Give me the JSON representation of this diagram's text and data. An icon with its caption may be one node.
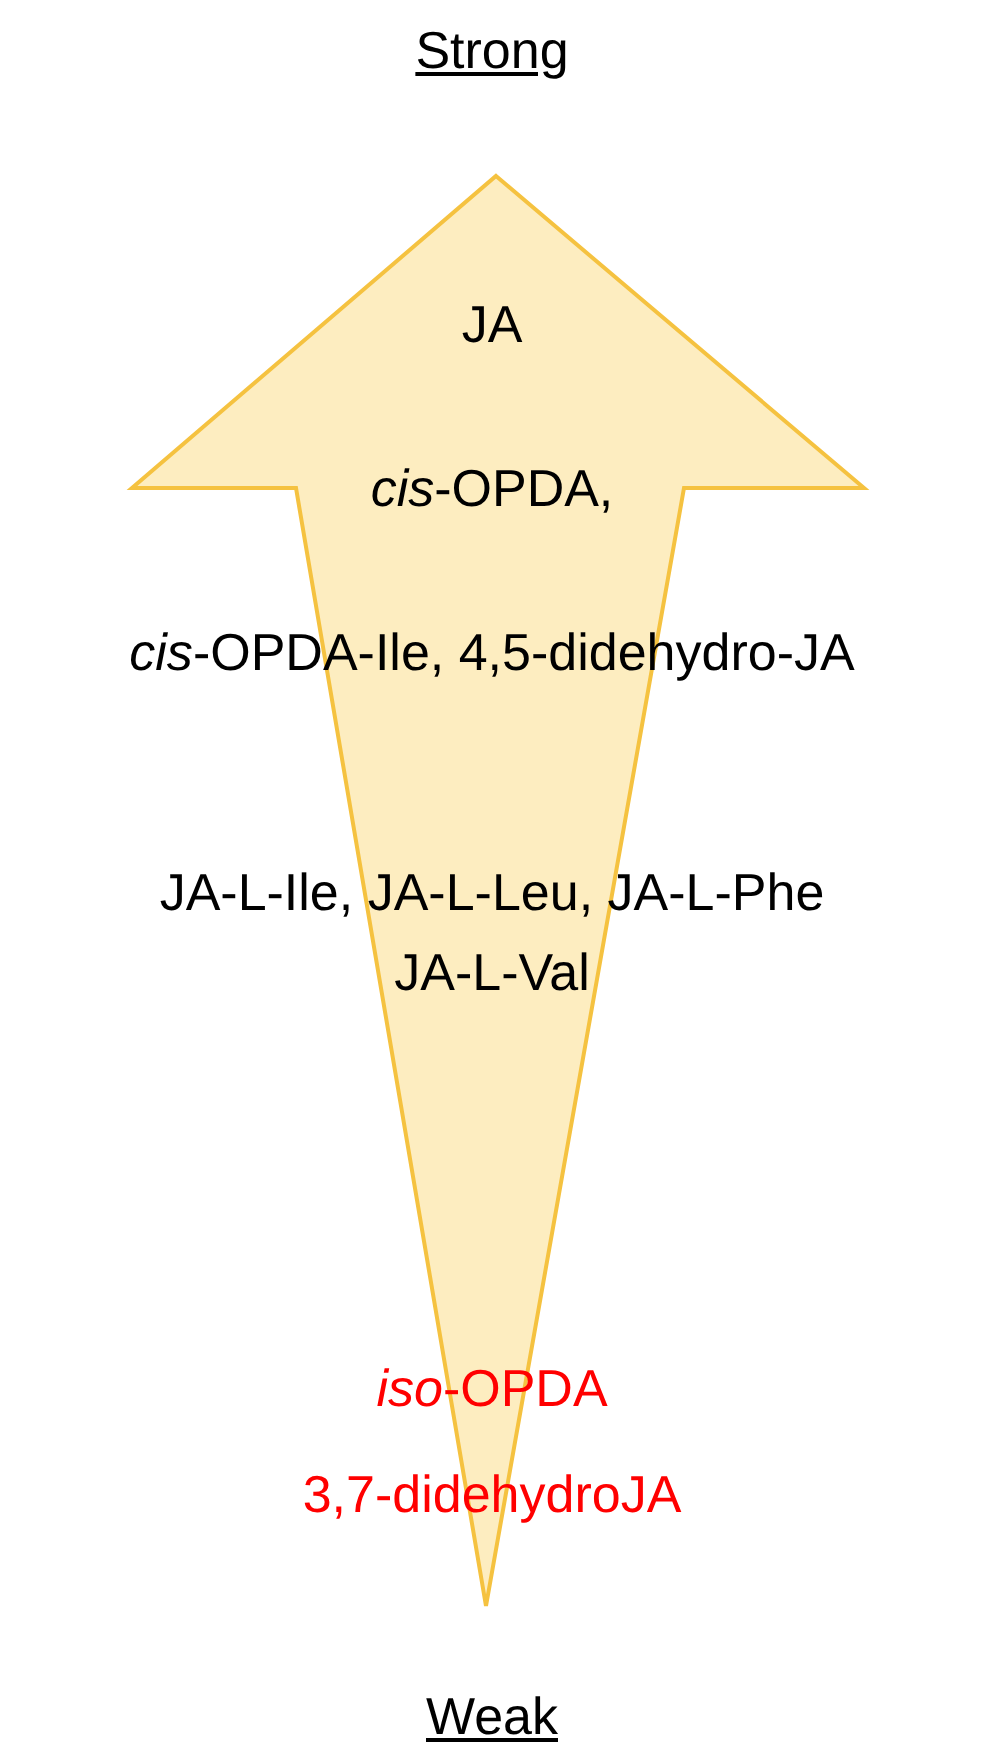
{
  "diagram": {
    "labels": [
      "Strong",
      "JA",
      "*cis*-OPDA,",
      "*cis*-OPDA-Ile, 4,5-didehydro-JA",
      "JA-L-Ile, JA-L-Leu, JA-L-Phe JA-L-Val",
      "*iso*-OPDA",
      "3,7-didehydroJA",
      "Weak"
    ]
  }
}
